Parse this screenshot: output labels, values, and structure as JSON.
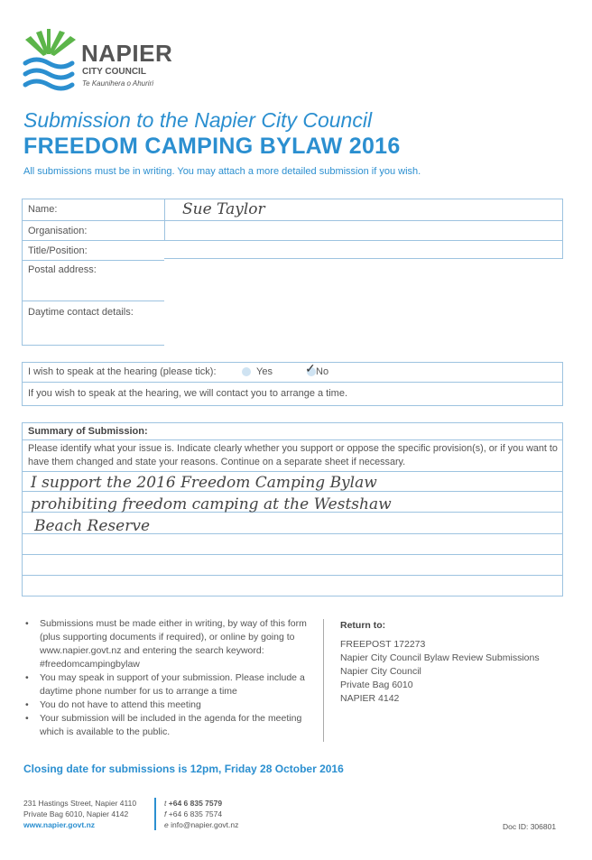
{
  "logo": {
    "name": "NAPIER",
    "council": "CITY COUNCIL",
    "maori": "Te Kaunihera o Ahuriri"
  },
  "title": {
    "line1": "Submission to the Napier City Council",
    "line2": "FREEDOM CAMPING BYLAW 2016",
    "sub": "All submissions must be in writing.  You may attach a more detailed submission if you wish."
  },
  "fields": {
    "name_label": "Name:",
    "name_value": "Sue Taylor",
    "organisation_label": "Organisation:",
    "title_label": "Title/Position:",
    "postal_label": "Postal address:",
    "daytime_label": "Daytime contact details:"
  },
  "hearing": {
    "question": "I wish to speak at the hearing (please tick):",
    "yes": "Yes",
    "no": "No",
    "note": "If you wish to speak at the hearing, we will contact you to arrange a time."
  },
  "summary": {
    "heading": "Summary of Submission:",
    "instructions": "Please identify what your issue is. Indicate clearly whether you support or oppose the specific provision(s), or if you want to have them changed and state your reasons. Continue on a separate sheet if necessary.",
    "line1": "I support the 2016 Freedom Camping Bylaw",
    "line2": "prohibiting freedom camping at the Westshaw",
    "line3": "Beach Reserve"
  },
  "bullets": [
    "Submissions must be made either in writing, by way of this form (plus supporting documents if required), or online by going to www.napier.govt.nz and entering the search keyword: #freedomcampingbylaw",
    "You may speak in support of your submission. Please include a daytime phone number for us to arrange a time",
    "You do not have to attend this meeting",
    "Your submission will be included in the agenda for the meeting which is available to the public."
  ],
  "return_to": {
    "heading": "Return to:",
    "line1": "FREEPOST 172273",
    "line2": "Napier City Council Bylaw Review Submissions",
    "line3": "Napier City Council",
    "line4": "Private Bag 6010",
    "line5": "NAPIER 4142"
  },
  "closing": "Closing date for submissions is 12pm, Friday 28 October 2016",
  "footer": {
    "address1": "231 Hastings Street, Napier 4110",
    "address2": "Private Bag 6010, Napier 4142",
    "web": "www.napier.govt.nz",
    "t_label": "t",
    "phone": "+64 6 835 7579",
    "f_label": "f",
    "fax": "+64 6 835 7574",
    "e_label": "e",
    "email": "info@napier.govt.nz",
    "doc_id": "Doc ID: 306801"
  },
  "colors": {
    "brand_blue": "#2b8fd0",
    "logo_green": "#5cb54a",
    "rule_blue": "#9dc3e0"
  }
}
